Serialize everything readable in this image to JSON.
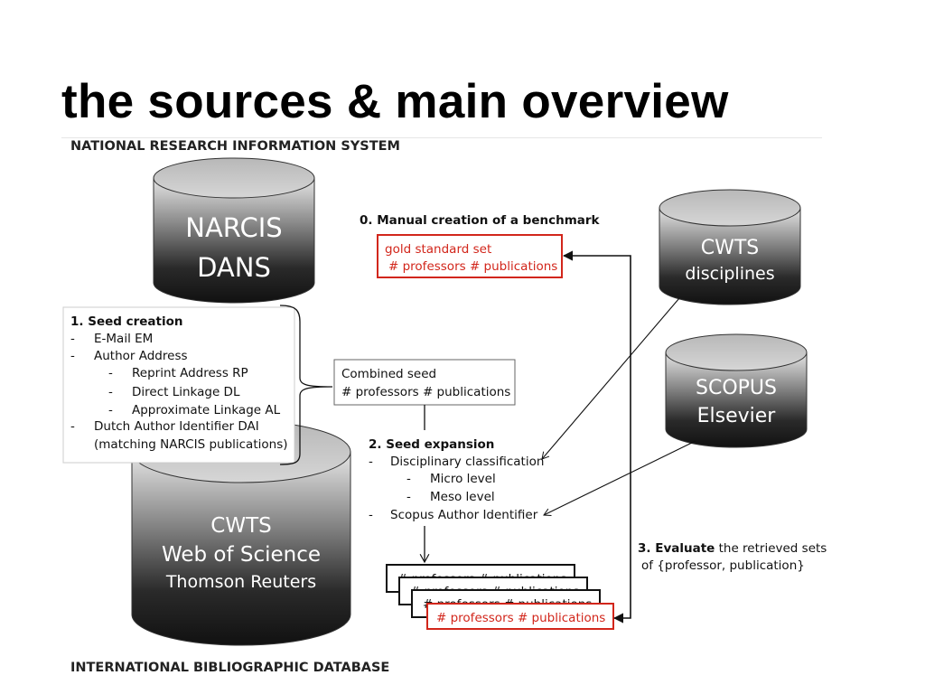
{
  "slide": {
    "title": "the sources & main overview"
  },
  "diagram": {
    "header_top": "NATIONAL RESEARCH INFORMATION SYSTEM",
    "header_bottom": "INTERNATIONAL BIBLIOGRAPHIC DATABASE",
    "databases": {
      "narcis": [
        "NARCIS",
        "DANS"
      ],
      "cwts_wos": [
        "CWTS",
        "Web of Science",
        "Thomson Reuters"
      ],
      "cwts_disciplines": [
        "CWTS",
        "disciplines"
      ],
      "scopus": [
        "SCOPUS",
        "Elsevier"
      ]
    },
    "benchmark": {
      "heading": "0. Manual creation of a benchmark",
      "line1": "gold standard set",
      "line2": "# professors  # publications"
    },
    "seed_creation": {
      "heading": "1. Seed creation",
      "items": [
        {
          "bullet": "-",
          "text": "E-Mail EM"
        },
        {
          "bullet": "-",
          "text": "Author Address"
        },
        {
          "bullet": "-",
          "text": "Reprint Address RP"
        },
        {
          "bullet": "-",
          "text": "Direct Linkage DL"
        },
        {
          "bullet": "-",
          "text": "Approximate Linkage AL"
        },
        {
          "bullet": "-",
          "text": "Dutch Author Identifier  DAI"
        },
        {
          "bullet": "",
          "text": "(matching NARCIS publications)"
        }
      ]
    },
    "combined_seed": {
      "line1": "Combined seed",
      "line2": "# professors  # publications"
    },
    "seed_expansion": {
      "heading": "2. Seed expansion",
      "items": [
        {
          "bullet": "-",
          "text": "Disciplinary classification"
        },
        {
          "bullet": "-",
          "text": "Micro level"
        },
        {
          "bullet": "-",
          "text": "Meso level"
        },
        {
          "bullet": "-",
          "text": "Scopus Author Identifier"
        }
      ]
    },
    "evaluate": {
      "bold": "3. Evaluate",
      "rest": " the retrieved sets",
      "line2": "of {professor, publication}"
    },
    "result_sets": {
      "stack_label": "# professors # publications",
      "front_label": "# professors # publications"
    },
    "colors": {
      "accent_red": "#d2261b",
      "cylinder_dark": "#1a1a1a",
      "cylinder_light": "#e8e8e8"
    }
  }
}
